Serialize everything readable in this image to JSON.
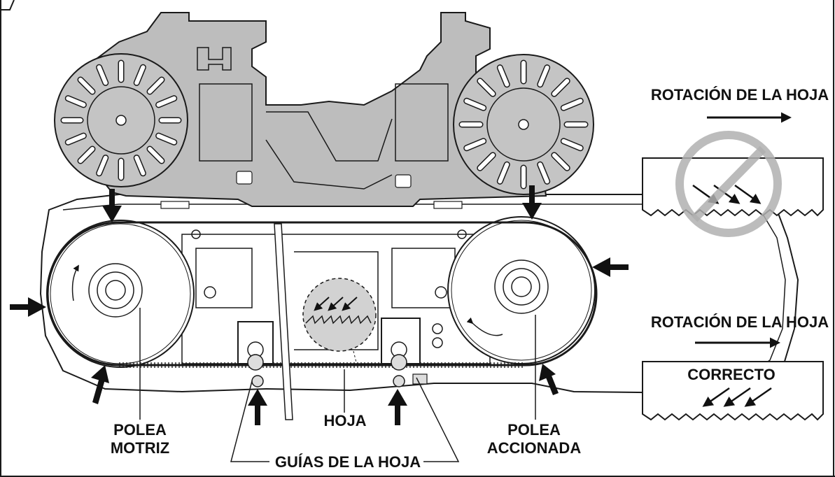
{
  "labels": {
    "rotation_top": "ROTACIÓN DE LA HOJA",
    "rotation_bottom": "ROTACIÓN DE LA HOJA",
    "correct": "CORRECTO",
    "drive_pulley_line1": "POLEA",
    "drive_pulley_line2": "MOTRIZ",
    "driven_pulley_line1": "POLEA",
    "driven_pulley_line2": "ACCIONADA",
    "blade": "HOJA",
    "blade_guides": "GUÍAS DE LA HOJA"
  },
  "colors": {
    "housing": "#bdbdbd",
    "outline": "#1a1a1a",
    "prohibited": "#b0b0b0",
    "detail_circle": "#cfcfcf"
  },
  "icons": {
    "incorrect_symbol": "prohibited-icon",
    "direction_arrow": "arrow-right-icon"
  }
}
